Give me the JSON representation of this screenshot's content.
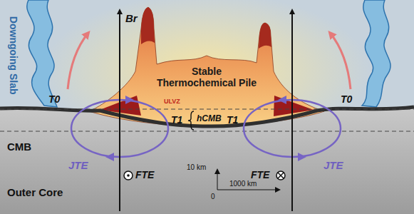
{
  "diagram": {
    "nodes": [
      {
        "text": [
          "Stable Thermochemical Pile"
        ]
      }
    ],
    "labels": [
      "Downgoing Slab",
      "Br",
      "ULVZ",
      "T0",
      "T0",
      "T1",
      "T1",
      "hCMB",
      "JTE",
      "JTE",
      "FTE",
      "FTE",
      "CMB",
      "Outer Core",
      "10 km",
      "0",
      "1000 km"
    ]
  }
}
